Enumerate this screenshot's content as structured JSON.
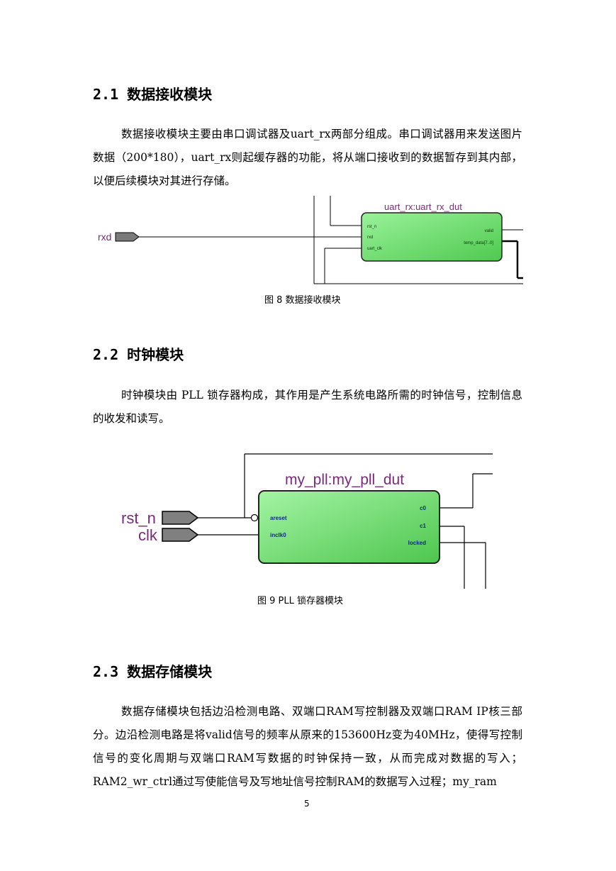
{
  "sections": [
    {
      "heading": "2.1 数据接收模块"
    },
    {
      "heading": "2.2 时钟模块"
    },
    {
      "heading": "2.3 数据存储模块"
    }
  ],
  "para1": "数据接收模块主要由串口调试器及uart_rx两部分组成。串口调试器用来发送图片数据（200*180），uart_rx则起缓存器的功能，将从端口接收到的数据暂存到其内部，以便后续模块对其进行存储。",
  "para2": "时钟模块由 PLL 锁存器构成，其作用是产生系统电路所需的时钟信号，控制信息的收发和读写。",
  "para3": "数据存储模块包括边沿检测电路、双端口RAM写控制器及双端口RAM IP核三部分。边沿检测电路是将valid信号的频率从原来的153600Hz变为40MHz，使得写控制信号的变化周期与双端口RAM写数据的时钟保持一致，从而完成对数据的写入；RAM2_wr_ctrl通过写使能信号及写地址信号控制RAM的数据写入过程；my_ram",
  "fig1": {
    "caption": "图 8  数据接收模块",
    "block_title": "uart_rx:uart_rx_dut",
    "input_pin": "rxd",
    "ports_in": [
      "rst_n",
      "rxd",
      "uart_clk"
    ],
    "ports_out": [
      "valid",
      "temp_data[7..0]"
    ]
  },
  "fig2": {
    "caption": "图 9    PLL 锁存器模块",
    "block_title": "my_pll:my_pll_dut",
    "input_pins": [
      "rst_n",
      "clk"
    ],
    "ports_in": [
      "areset",
      "inclk0"
    ],
    "ports_out": [
      "c0",
      "c1",
      "locked"
    ]
  },
  "page_number": "5",
  "colors": {
    "block_fill": "#6fdc6f",
    "block_title": "#7b2a7b",
    "pin_fill": "#808080"
  }
}
